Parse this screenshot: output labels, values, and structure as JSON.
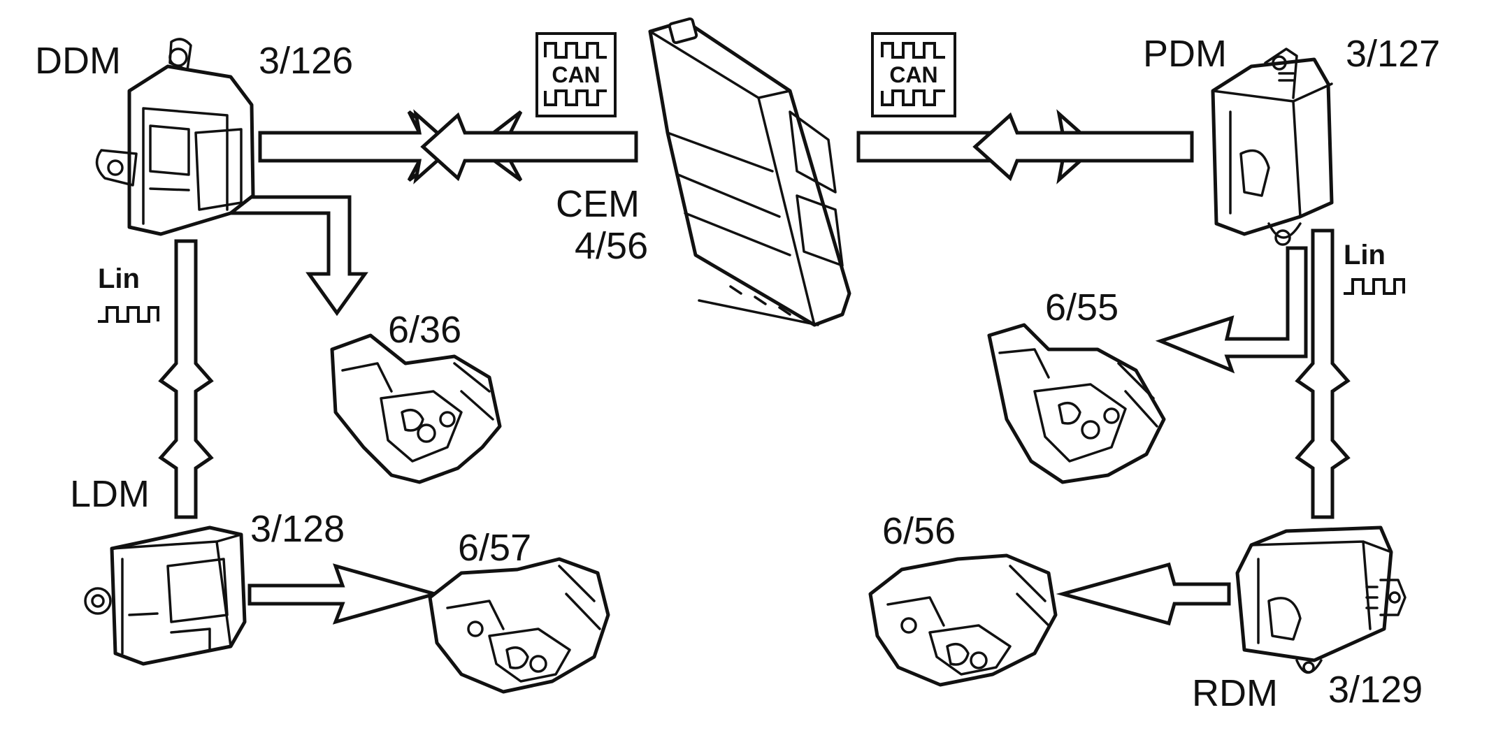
{
  "modules": {
    "ddm": {
      "name": "DDM",
      "code": "3/126"
    },
    "pdm": {
      "name": "PDM",
      "code": "3/127"
    },
    "cem": {
      "name": "CEM",
      "code": "4/56"
    },
    "ldm": {
      "name": "LDM",
      "code": "3/128"
    },
    "rdm": {
      "name": "RDM",
      "code": "3/129"
    }
  },
  "locks": {
    "driver_front": "6/36",
    "passenger_front": "6/55",
    "left_rear": "6/57",
    "right_rear": "6/56"
  },
  "bus": {
    "can_label": "CAN",
    "lin_label_left": "Lin",
    "lin_label_right": "Lin"
  },
  "colors": {
    "line": "#111111",
    "background": "#ffffff"
  }
}
